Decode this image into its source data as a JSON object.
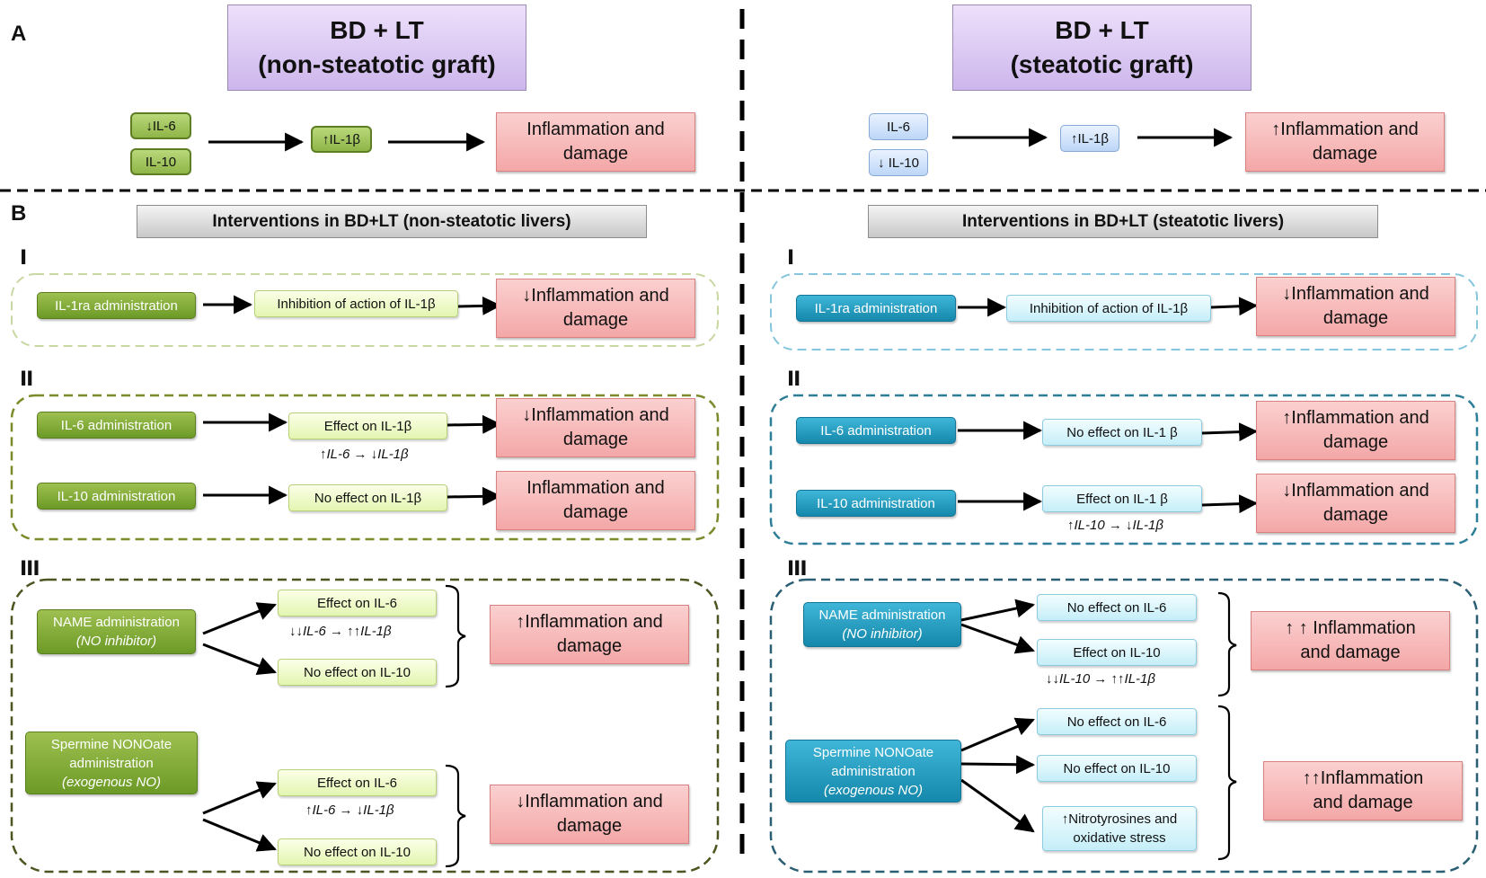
{
  "panel_a": {
    "letter": "A",
    "left": {
      "title_line1": "BD + LT",
      "title_line2": "(non-steatotic graft)",
      "box_il6": "↓IL-6",
      "box_il10": "IL-10",
      "box_il1b": "↑IL-1β",
      "outcome_line1": "Inflammation and",
      "outcome_line2": "damage"
    },
    "right": {
      "title_line1": "BD + LT",
      "title_line2": "(steatotic graft)",
      "box_il6": "IL-6",
      "box_il10": "↓ IL-10",
      "box_il1b": "↑IL-1β",
      "outcome_line1": "↑Inflammation and",
      "outcome_line2": "damage"
    }
  },
  "panel_b": {
    "letter": "B",
    "left": {
      "header": "Interventions in BD+LT (non-steatotic livers)",
      "section1": {
        "numeral": "I",
        "intervention": "IL-1ra administration",
        "effect": "Inhibition of action of IL-1β",
        "outcome_line1": "↓Inflammation and",
        "outcome_line2": "damage"
      },
      "section2": {
        "numeral": "II",
        "intervention_a": "IL-6 administration",
        "effect_a": "Effect on IL-1β",
        "note_a": "↑IL-6  → ↓IL-1β",
        "outcome_a_line1": "↓Inflammation and",
        "outcome_a_line2": "damage",
        "intervention_b": "IL-10 administration",
        "effect_b": "No effect on IL-1β",
        "outcome_b_line1": "Inflammation and",
        "outcome_b_line2": "damage"
      },
      "section3": {
        "numeral": "III",
        "intervention_a_line1": "NAME administration",
        "intervention_a_line2": "(NO inhibitor)",
        "effect_a1": "Effect on IL-6",
        "note_a": "↓↓IL-6  → ↑↑IL-1β",
        "effect_a2": "No effect on IL-10",
        "outcome_a_line1": "↑Inflammation and",
        "outcome_a_line2": "damage",
        "intervention_b_line1": "Spermine NONOate",
        "intervention_b_line2": "administration",
        "intervention_b_line3": "(exogenous NO)",
        "effect_b1": "Effect on IL-6",
        "note_b": "↑IL-6  → ↓IL-1β",
        "effect_b2": "No effect on IL-10",
        "outcome_b_line1": "↓Inflammation and",
        "outcome_b_line2": "damage"
      }
    },
    "right": {
      "header": "Interventions in BD+LT (steatotic livers)",
      "section1": {
        "numeral": "I",
        "intervention": "IL-1ra administration",
        "effect": "Inhibition of action of IL-1β",
        "outcome_line1": "↓Inflammation and",
        "outcome_line2": "damage"
      },
      "section2": {
        "numeral": "II",
        "intervention_a": "IL-6 administration",
        "effect_a": "No effect on IL-1  β",
        "outcome_a_line1": "↑Inflammation and",
        "outcome_a_line2": "damage",
        "intervention_b": "IL-10 administration",
        "effect_b": "Effect on IL-1  β",
        "note_b": "↑IL-10  → ↓IL-1β",
        "outcome_b_line1": "↓Inflammation and",
        "outcome_b_line2": "damage"
      },
      "section3": {
        "numeral": "III",
        "intervention_a_line1": "NAME administration",
        "intervention_a_line2": "(NO inhibitor)",
        "effect_a1": "No effect on IL-6",
        "effect_a2": "Effect on IL-10",
        "note_a": "↓↓IL-10  → ↑↑IL-1β",
        "outcome_a_line1": "↑ ↑ Inflammation",
        "outcome_a_line2": "and damage",
        "intervention_b_line1": "Spermine NONOate",
        "intervention_b_line2": "administration",
        "intervention_b_line3": "(exogenous NO)",
        "effect_b1": "No effect on IL-6",
        "effect_b2": "No effect on IL-10",
        "effect_b3_line1": "↑Nitrotyrosines and",
        "effect_b3_line2": "oxidative stress",
        "outcome_b_line1": "↑↑Inflammation",
        "outcome_b_line2": "and damage"
      }
    }
  },
  "colors": {
    "green_dark": "#6c9a26",
    "green_pale": "#e3f5b0",
    "blue_dark": "#1588ab",
    "blue_pale": "#c5eef8",
    "pink": "#f4a7a7",
    "lavender": "#cdb6ec"
  }
}
